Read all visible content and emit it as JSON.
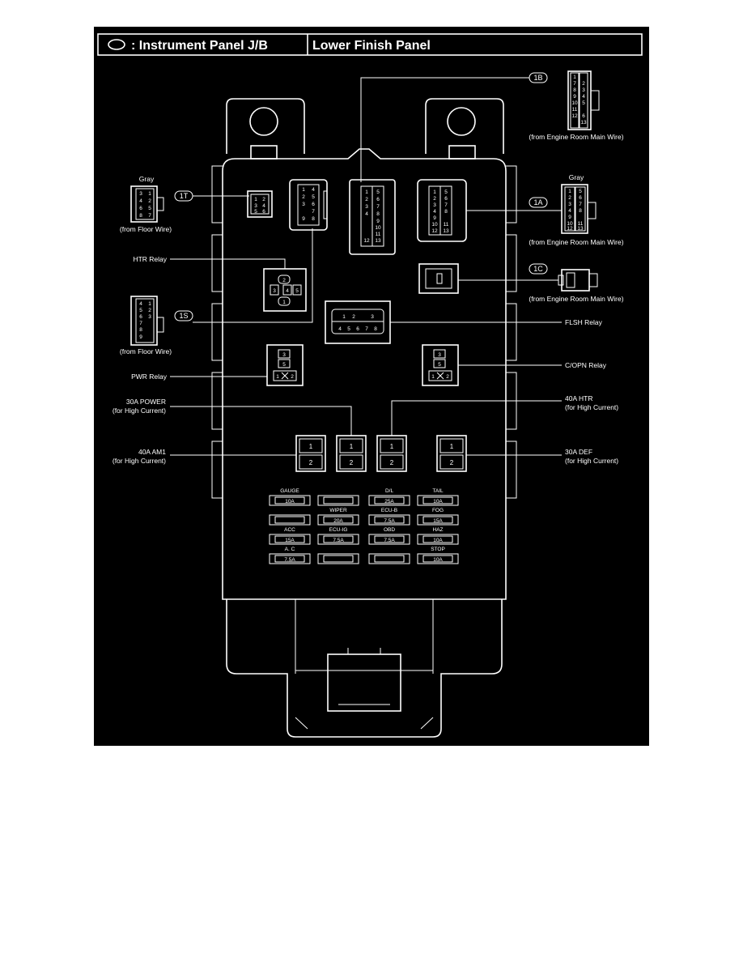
{
  "header": {
    "title": ": Instrument Panel J/B",
    "location": "Lower Finish Panel"
  },
  "connectors": {
    "c1B": {
      "code": "1B",
      "source": "(from Engine Room Main Wire)"
    },
    "c1T": {
      "code": "1T",
      "color": "Gray",
      "source": "(from Floor Wire)"
    },
    "c1A": {
      "code": "1A",
      "color": "Gray",
      "source": "(from Engine Room Main Wire)"
    },
    "c1C": {
      "code": "1C",
      "source": "(from Engine Room Main Wire)"
    },
    "c1S": {
      "code": "1S",
      "source": "(from Floor Wire)"
    }
  },
  "relays": {
    "htr": "HTR Relay",
    "flsh": "FLSH Relay",
    "pwr": "PWR Relay",
    "copn": "C/OPN Relay"
  },
  "high_current_fuses": {
    "power30": {
      "name": "30A POWER",
      "note": "(for High Current)"
    },
    "htr40": {
      "name": "40A HTR",
      "note": "(for High Current)"
    },
    "am1_40": {
      "name": "40A AM1",
      "note": "(for High Current)"
    },
    "def30": {
      "name": "30A DEF",
      "note": "(for High Current)"
    }
  },
  "fuse_grid": {
    "labels": {
      "gauge": "GAUGE",
      "dl": "D/L",
      "tail": "TAIL",
      "wiper": "WIPER",
      "ecub": "ECU-B",
      "fog": "FOG",
      "acc": "ACC",
      "ecuig": "ECU-IG",
      "obd": "OBD",
      "haz": "HAZ",
      "ac": "A. C",
      "stop": "STOP"
    },
    "ratings": {
      "gauge": "10A",
      "dl": "25A",
      "tail": "10A",
      "wiper": "20A",
      "ecub": "7.5A",
      "fog": "15A",
      "acc": "15A",
      "ecuig": "7.5A",
      "obd": "7.5A",
      "haz": "10A",
      "ac": "7.5A",
      "stop": "10A"
    }
  },
  "pins": {
    "c1B_pins": [
      "1",
      "7",
      "2",
      "8",
      "3",
      "9",
      "4",
      "10",
      "5",
      "11",
      "6",
      "12",
      "13"
    ],
    "c1T_pins": [
      "3",
      "1",
      "4",
      "2",
      "6",
      "5",
      "8",
      "7"
    ],
    "c1A_pins": [
      "1",
      "5",
      "2",
      "6",
      "3",
      "7",
      "4",
      "8",
      "9",
      "10",
      "11",
      "12",
      "13"
    ],
    "c1S_pins": [
      "4",
      "1",
      "5",
      "2",
      "6",
      "3",
      "7",
      "8",
      "9"
    ],
    "flsh_pins": [
      "1",
      "2",
      "3",
      "4",
      "5",
      "6",
      "7",
      "8"
    ],
    "htr_pins": [
      "2",
      "3",
      "4",
      "5",
      "1"
    ],
    "pwr_pins": [
      "3",
      "5",
      "1",
      "2"
    ],
    "copn_pins": [
      "3",
      "5",
      "1",
      "2"
    ],
    "jb_1S_pins": [
      "1",
      "4",
      "2",
      "5",
      "3",
      "6",
      "7",
      "8",
      "9"
    ],
    "jb_1B_pins": [
      "1",
      "5",
      "2",
      "6",
      "3",
      "7",
      "4",
      "8",
      "9",
      "10",
      "11",
      "12",
      "13"
    ],
    "jb_1A_pins": [
      "1",
      "5",
      "2",
      "6",
      "3",
      "7",
      "4",
      "8",
      "9",
      "10",
      "11",
      "12",
      "13"
    ],
    "jb_1T_pins": [
      "1",
      "2",
      "3",
      "4",
      "5",
      "6"
    ],
    "hc_pins": [
      "1",
      "2"
    ]
  }
}
